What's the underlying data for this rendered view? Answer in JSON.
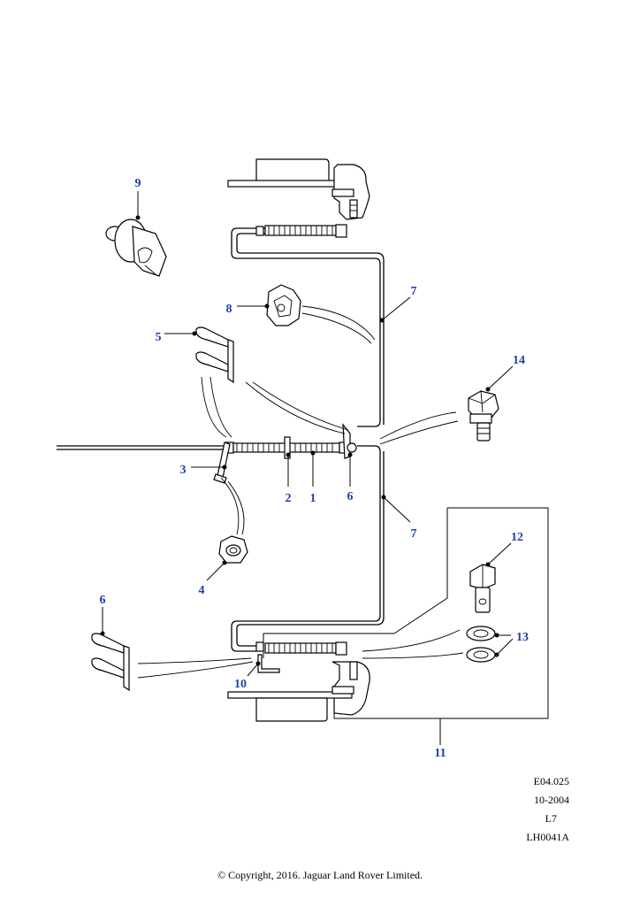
{
  "callouts": {
    "c1": "1",
    "c2": "2",
    "c3": "3",
    "c4": "4",
    "c5": "5",
    "c6a": "6",
    "c6b": "6",
    "c7a": "7",
    "c7b": "7",
    "c8": "8",
    "c9": "9",
    "c10": "10",
    "c11": "11",
    "c12": "12",
    "c13": "13",
    "c14": "14"
  },
  "meta": {
    "ref": "E04.025",
    "date": "10-2004",
    "code": "L7",
    "id": "LH0041A"
  },
  "footer": {
    "copyright": "© Copyright, 2016. Jaguar Land Rover Limited."
  },
  "colors": {
    "callout": "#1f3fa8",
    "linework": "#000000",
    "background": "#ffffff"
  }
}
